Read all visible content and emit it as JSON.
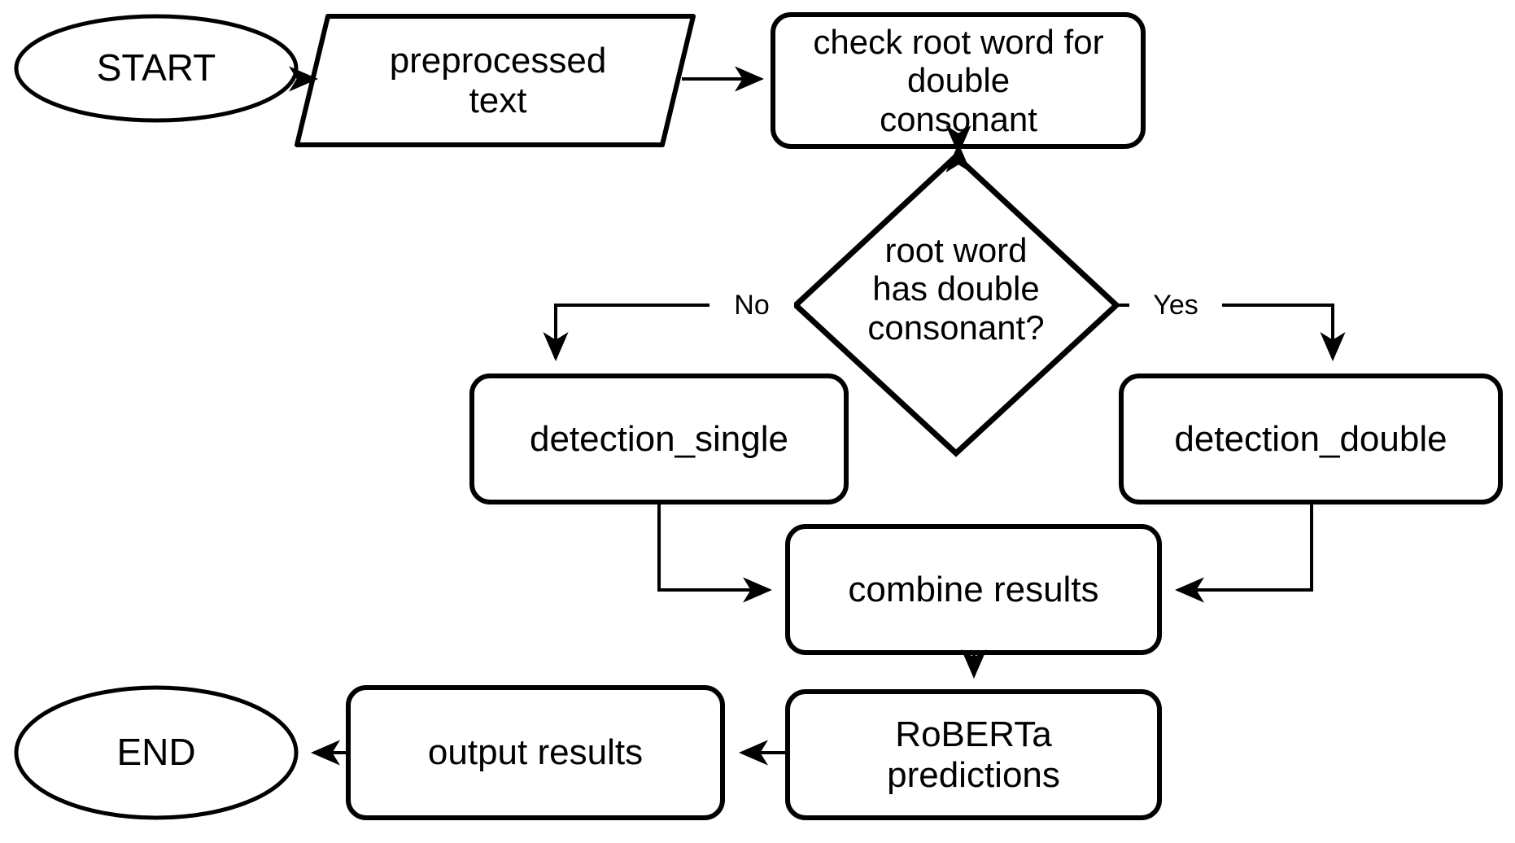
{
  "diagram": {
    "type": "flowchart",
    "orientation": "top-to-bottom",
    "background_color": "#ffffff",
    "stroke_color": "#000000",
    "fill_color": "#ffffff",
    "text_color": "#000000",
    "nodes": [
      {
        "id": "start",
        "shape": "ellipse",
        "label": "START"
      },
      {
        "id": "preprocessed",
        "shape": "parallelogram",
        "label": "preprocessed\ntext"
      },
      {
        "id": "check_root",
        "shape": "rounded-rect",
        "label": "check root word for\ndouble\nconsonant"
      },
      {
        "id": "decision",
        "shape": "diamond",
        "label": "root word\nhas double\nconsonant?"
      },
      {
        "id": "detection_single",
        "shape": "rounded-rect",
        "label": "detection_single"
      },
      {
        "id": "detection_double",
        "shape": "rounded-rect",
        "label": "detection_double"
      },
      {
        "id": "combine",
        "shape": "rounded-rect",
        "label": "combine results"
      },
      {
        "id": "roberta",
        "shape": "rounded-rect",
        "label": "RoBERTa\npredictions"
      },
      {
        "id": "output",
        "shape": "rounded-rect",
        "label": "output results"
      },
      {
        "id": "end",
        "shape": "ellipse",
        "label": "END"
      }
    ],
    "edges": [
      {
        "from": "start",
        "to": "preprocessed",
        "label": ""
      },
      {
        "from": "preprocessed",
        "to": "check_root",
        "label": ""
      },
      {
        "from": "check_root",
        "to": "decision",
        "label": ""
      },
      {
        "from": "decision",
        "to": "detection_single",
        "label": "No"
      },
      {
        "from": "decision",
        "to": "detection_double",
        "label": "Yes"
      },
      {
        "from": "detection_single",
        "to": "combine",
        "label": ""
      },
      {
        "from": "detection_double",
        "to": "combine",
        "label": ""
      },
      {
        "from": "combine",
        "to": "roberta",
        "label": ""
      },
      {
        "from": "roberta",
        "to": "output",
        "label": ""
      },
      {
        "from": "output",
        "to": "end",
        "label": ""
      }
    ],
    "edge_labels": {
      "no": "No",
      "yes": "Yes"
    }
  }
}
